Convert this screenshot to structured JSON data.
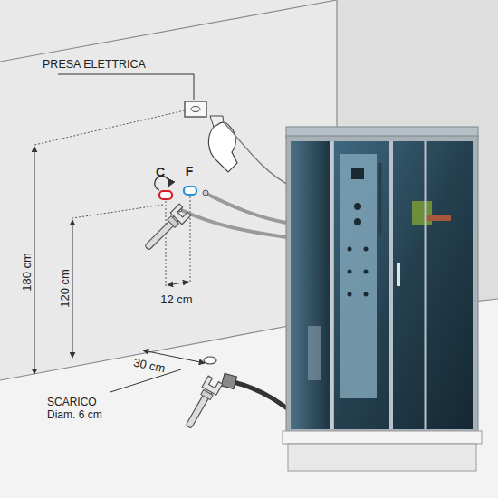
{
  "diagram": {
    "labels": [
      "PRESA ELETTRICA",
      "C",
      "F",
      "180 cm",
      "120 cm",
      "12 cm",
      "30 cm",
      "SCARICO Diam. 6 cm"
    ]
  }
}
